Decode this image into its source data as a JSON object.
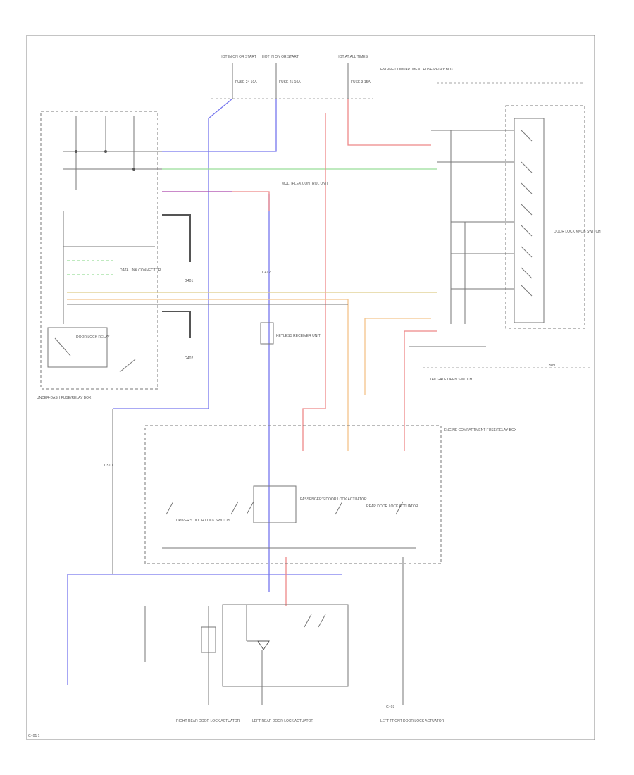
{
  "diagram": {
    "labels": {
      "fuse_left": "HOT IN ON OR START",
      "fuse_mid": "HOT IN ON OR START",
      "fuse_right": "HOT AT ALL TIMES",
      "fuse_left_id": "FUSE 24 10A",
      "fuse_mid_id": "FUSE 21 10A",
      "fuse_right_id": "FUSE 3 15A",
      "under_dash_box": "UNDER-DASH FUSE/RELAY BOX",
      "engine_box": "ENGINE COMPARTMENT FUSE/RELAY BOX",
      "hood_box_bottom": "ENGINE COMPARTMENT FUSE/RELAY BOX",
      "ground_left": "G401",
      "ground_mid": "G402",
      "ground_right": "G403",
      "connector_c1": "C412",
      "connector_c2": "C509",
      "connector_c3": "C510",
      "data_link": "DATA LINK CONNECTOR",
      "unlock_relay": "DOOR LOCK RELAY",
      "keyless": "KEYLESS RECEIVER UNIT",
      "tailgate": "TAILGATE OPEN SWITCH",
      "driver_switch": "DRIVER'S DOOR LOCK SWITCH",
      "pass_switch": "PASSENGER'S DOOR LOCK ACTUATOR",
      "rear_actuator": "REAR DOOR LOCK ACTUATOR",
      "multiplex": "MULTIPLEX CONTROL UNIT",
      "door_lock_knob": "DOOR LOCK KNOB SWITCH",
      "bottom_left_gnd": "RIGHT REAR DOOR LOCK ACTUATOR",
      "bottom_mid_gnd": "LEFT REAR DOOR LOCK ACTUATOR",
      "bottom_right_gnd": "LEFT FRONT DOOR LOCK ACTUATOR",
      "page_ref": "G401 1"
    },
    "wire_colors": {
      "blue": "#7777ee",
      "red": "#ee8888",
      "green": "#99dd99",
      "orange": "#f3c48a",
      "yellow": "#ddcc88",
      "purple": "#aa44aa",
      "black": "#555555",
      "gray": "#777777"
    }
  }
}
